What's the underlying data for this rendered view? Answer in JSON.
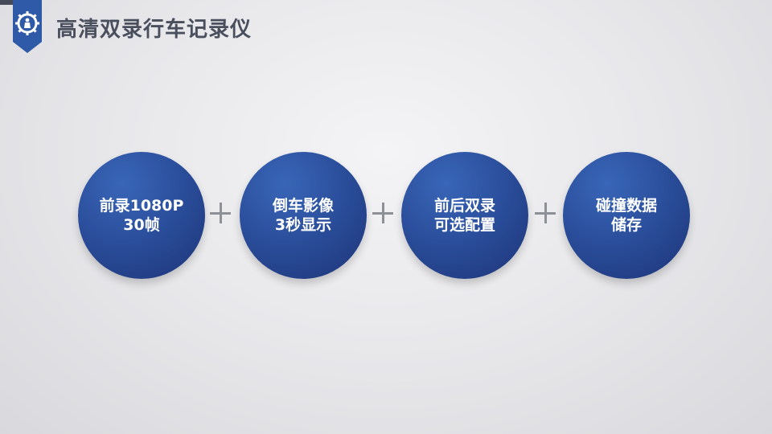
{
  "header": {
    "title": "高清双录行车记录仪",
    "badge_icon": "gear-person-icon"
  },
  "features": [
    {
      "line1": "前录1080P",
      "line2": "30帧"
    },
    {
      "line1": "倒车影像",
      "line2": "3秒显示"
    },
    {
      "line1": "前后双录",
      "line2": "可选配置"
    },
    {
      "line1": "碰撞数据",
      "line2": "储存"
    }
  ],
  "separator_icon": "plus-icon",
  "colors": {
    "circle_blue": "#2b4f9c",
    "badge_blue": "#2f5aa8",
    "title_gray": "#4a4f5e",
    "plus_gray": "#8e9098"
  }
}
